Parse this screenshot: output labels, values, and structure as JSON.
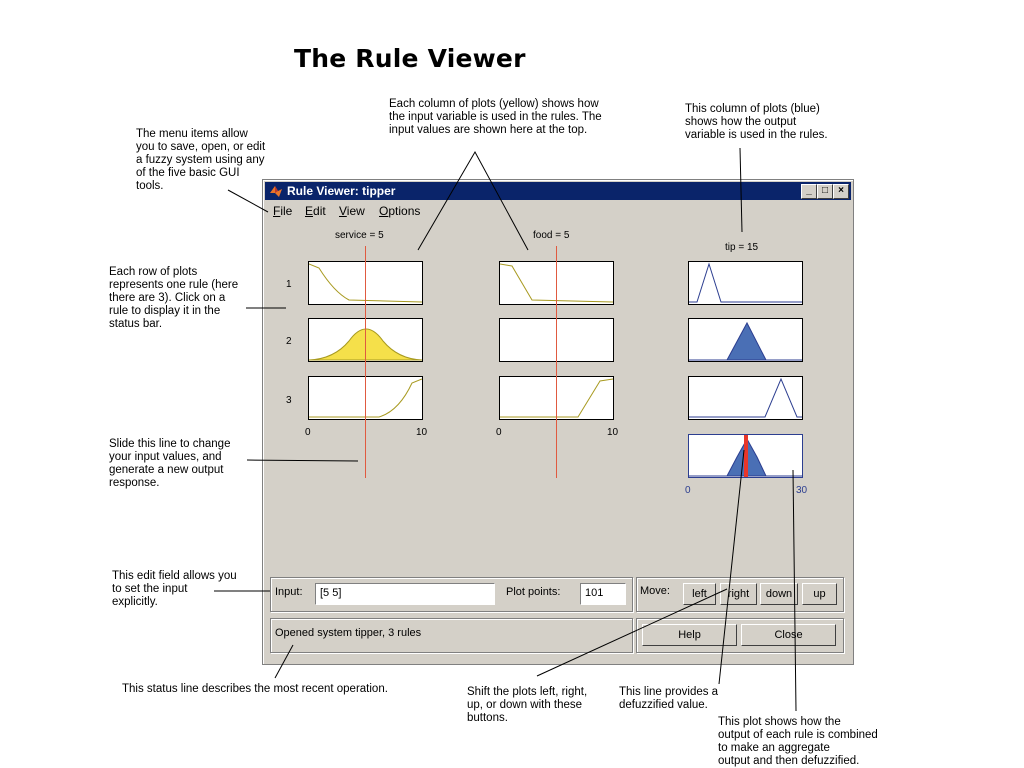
{
  "page_title": "The Rule Viewer",
  "notes": {
    "menu": "The menu items allow\nyou to save, open, or edit\na fuzzy system using any\nof the five basic GUI\ntools.",
    "input_col": "Each column of plots (yellow) shows how\nthe input variable is used in the rules. The\ninput values are shown here at the top.",
    "output_col": "This column of plots (blue)\nshows how the output\nvariable is used in the rules.",
    "rows": "Each row of plots\nrepresents one rule (here\nthere are 3). Click on a\nrule to display it in the\nstatus bar.",
    "slide": "Slide this line to change\nyour input values, and\ngenerate a new output\nresponse.",
    "edit_field": "This edit field allows you\nto set the input\nexplicitly.",
    "status": "This status line describes the most recent operation.",
    "shift": "Shift the plots left, right,\nup, or down with these\nbuttons.",
    "defuzz": "This line provides a\ndefuzzified value.",
    "aggregate": "This plot shows how the\noutput of each rule is combined\nto make an aggregate\noutput and then defuzzified."
  },
  "window": {
    "title": "Rule Viewer: tipper",
    "controls": [
      "_",
      "□",
      "×"
    ],
    "menu": [
      "File",
      "Edit",
      "View",
      "Options"
    ]
  },
  "plots": {
    "service_label": "service = 5",
    "food_label": "food = 5",
    "tip_label": "tip = 15",
    "rule_numbers": [
      "1",
      "2",
      "3"
    ],
    "service_axis": [
      "0",
      "10"
    ],
    "food_axis": [
      "0",
      "10"
    ],
    "tip_axis": [
      "0",
      "30"
    ],
    "service_value": 5,
    "food_value": 5,
    "tip_value": 15
  },
  "controls": {
    "input_label": "Input:",
    "input_value": "[5 5]",
    "plot_points_label": "Plot points:",
    "plot_points_value": "101",
    "move_label": "Move:",
    "left": "left",
    "right": "right",
    "down": "down",
    "up": "up",
    "help": "Help",
    "close": "Close",
    "status_text": "Opened system tipper, 3 rules"
  },
  "colors": {
    "window_bg": "#d4d0c8",
    "titlebar": "#0a246a",
    "input_fill": "#f5e04a",
    "output_fill": "#4a6fb5",
    "input_line": "#a89a20",
    "output_line": "#2c3e90",
    "slider_line": "#e05a40"
  }
}
